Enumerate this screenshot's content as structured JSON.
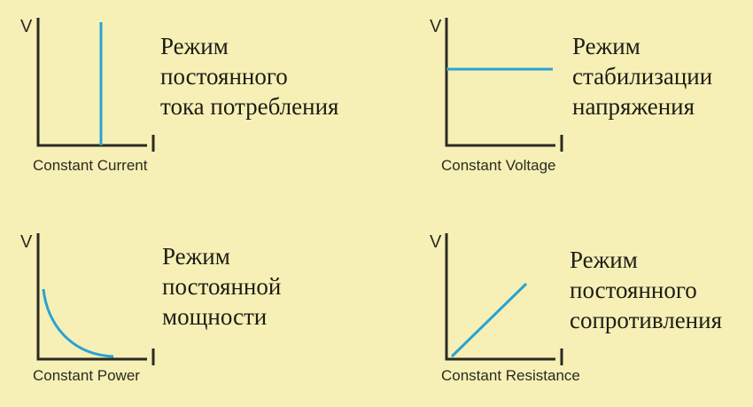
{
  "colors": {
    "background": "#f6f0b6",
    "axis": "#2b2a22",
    "curve": "#2aa2d4",
    "text": "#1f1d16"
  },
  "panels": [
    {
      "id": "constant-current",
      "y_axis_label": "V",
      "x_axis_label": "I",
      "caption": "Constant Current",
      "description": [
        "Режим",
        "постоянного",
        "тока потребления"
      ],
      "curve_type": "vertical-line"
    },
    {
      "id": "constant-voltage",
      "y_axis_label": "V",
      "x_axis_label": "I",
      "caption": "Constant Voltage",
      "description": [
        "Режим",
        "стабилизации",
        "напряжения"
      ],
      "curve_type": "horizontal-line"
    },
    {
      "id": "constant-power",
      "y_axis_label": "V",
      "x_axis_label": "I",
      "caption": "Constant Power",
      "description": [
        "Режим",
        "постоянной",
        "мощности"
      ],
      "curve_type": "hyperbola"
    },
    {
      "id": "constant-resistance",
      "y_axis_label": "V",
      "x_axis_label": "I",
      "caption": "Constant Resistance",
      "description": [
        "Режим",
        "постоянного",
        "сопротивления"
      ],
      "curve_type": "diagonal-line"
    }
  ]
}
